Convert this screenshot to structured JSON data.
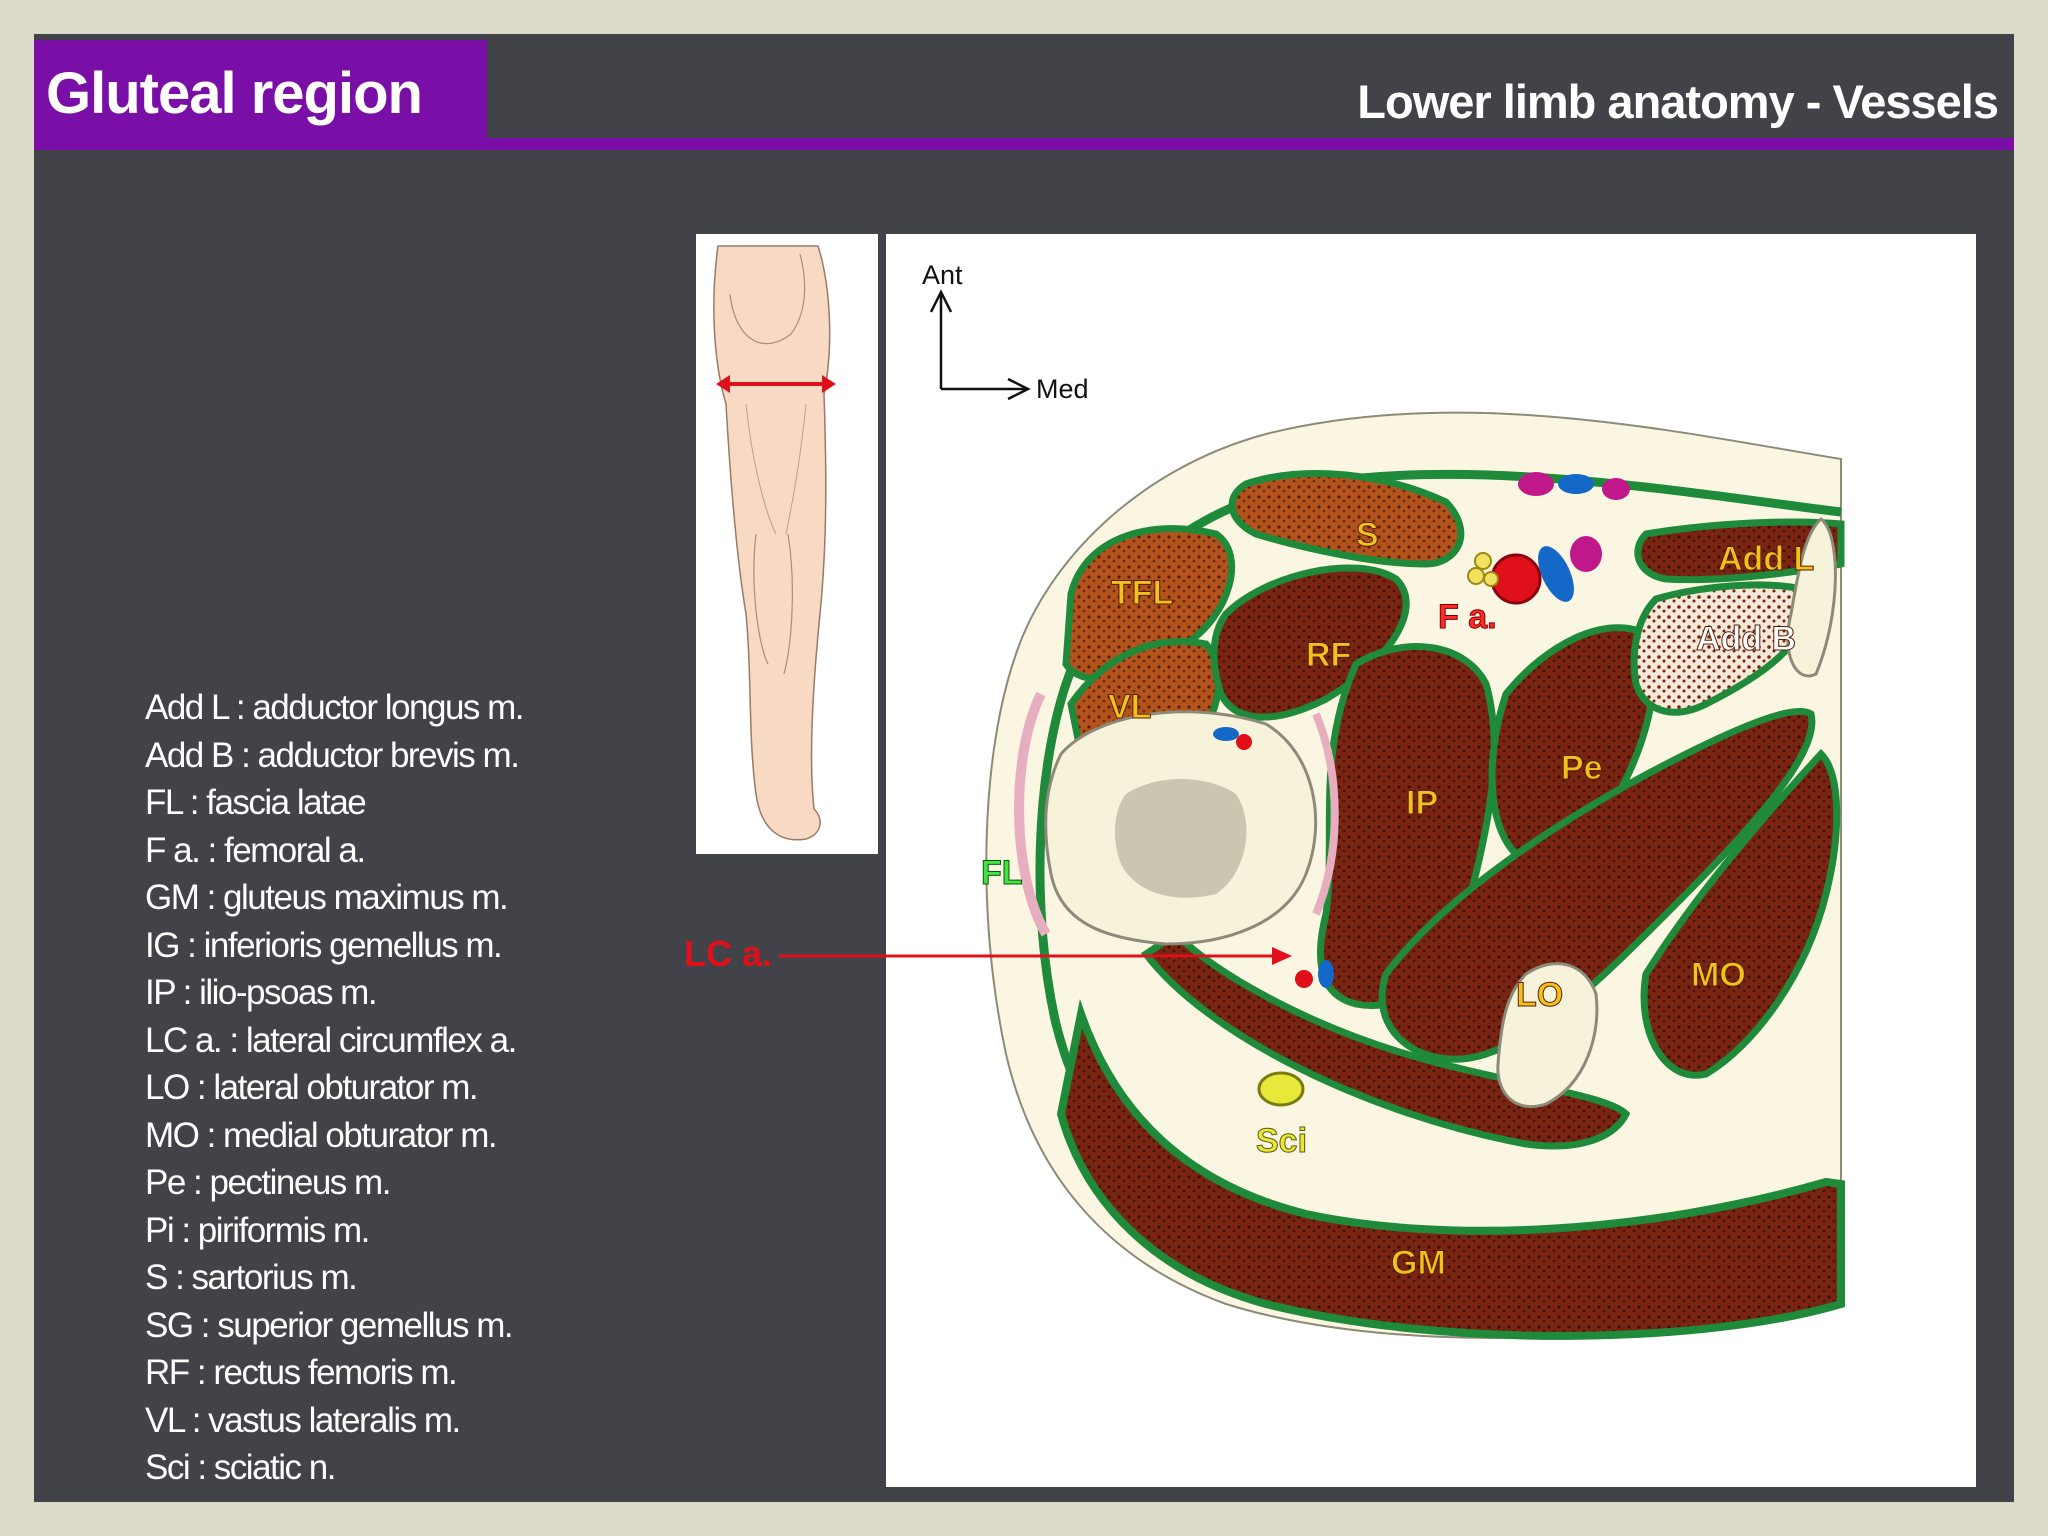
{
  "header": {
    "title": "Gluteal region",
    "subtitle": "Lower limb anatomy - Vessels"
  },
  "legend": [
    "Add L : adductor longus m.",
    "Add B : adductor brevis m.",
    "FL : fascia latae",
    "F a. : femoral a.",
    "GM : gluteus maximus m.",
    "IG : inferioris gemellus m.",
    "IP : ilio-psoas m.",
    "LC a. : lateral circumflex a.",
    "LO : lateral obturator m.",
    "MO : medial obturator m.",
    "Pe : pectineus m.",
    "Pi : piriformis m.",
    "S : sartorius m.",
    "SG : superior gemellus m.",
    "RF : rectus femoris m.",
    "VL : vastus lateralis m.",
    "Sci : sciatic n."
  ],
  "orientation": {
    "ant": "Ant",
    "med": "Med"
  },
  "diagram_labels": {
    "tfl": "TFL",
    "s": "S",
    "rf": "RF",
    "vl": "VL",
    "ip": "IP",
    "pe": "Pe",
    "fa": "F a.",
    "add_l": "Add L",
    "add_b": "Add B",
    "fl": "FL",
    "lca": "LC a.",
    "lo": "LO",
    "mo": "MO",
    "sci": "Sci",
    "gm": "GM"
  },
  "colors": {
    "title_purple": "#7a0fa8",
    "slide_bg": "#424249",
    "frame_bg": "#dcdbc9",
    "muscle": "#7a2512",
    "fascia_green": "#1f8a3a",
    "label_yellow": "#f2c21b",
    "artery_red": "#e0101a",
    "vein_blue": "#1468c8",
    "nerve_yellow": "#e8e83a",
    "bone": "#f7f2da"
  }
}
